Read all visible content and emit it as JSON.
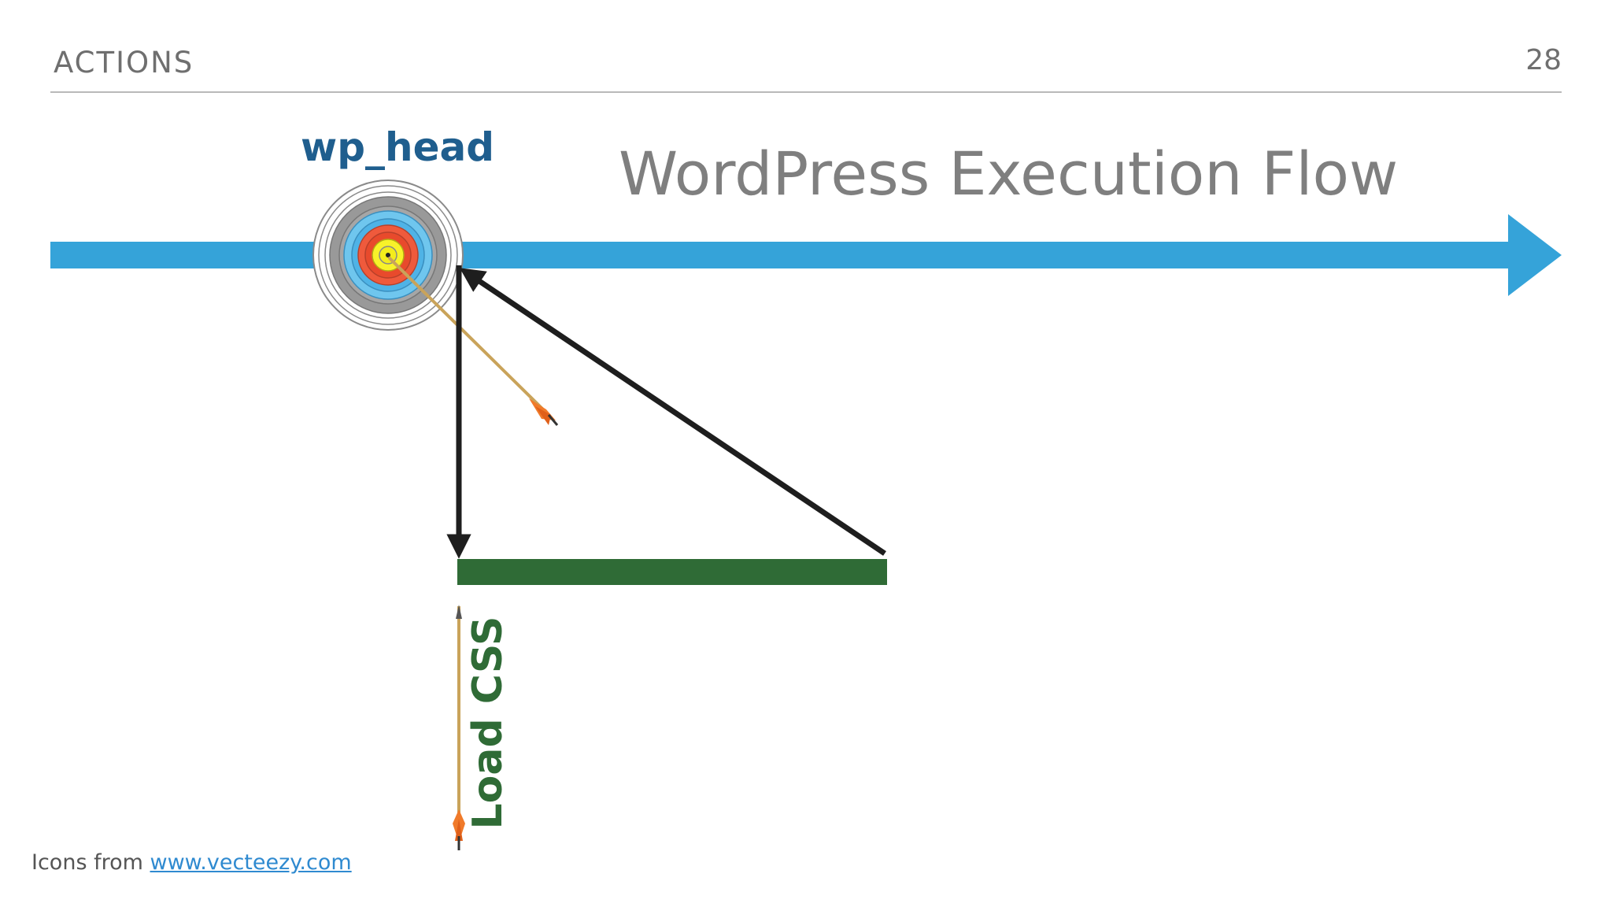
{
  "header": {
    "section_title": "ACTIONS",
    "page_number": "28"
  },
  "diagram": {
    "flow_title": "WordPress Execution Flow",
    "target_label": "wp_head",
    "action_label": "Load CSS",
    "colors": {
      "timeline": "#35a3d9",
      "action_bar": "#2f6b36",
      "connector_arrows": "#1e1e1e",
      "target_label": "#1f5e8e",
      "action_label": "#2f6b36"
    },
    "icons": [
      "archery-target-icon",
      "arrow-hitting-target-icon",
      "vertical-arrow-icon"
    ]
  },
  "footer": {
    "credit_prefix": "Icons from ",
    "credit_link": "www.vecteezy.com"
  }
}
